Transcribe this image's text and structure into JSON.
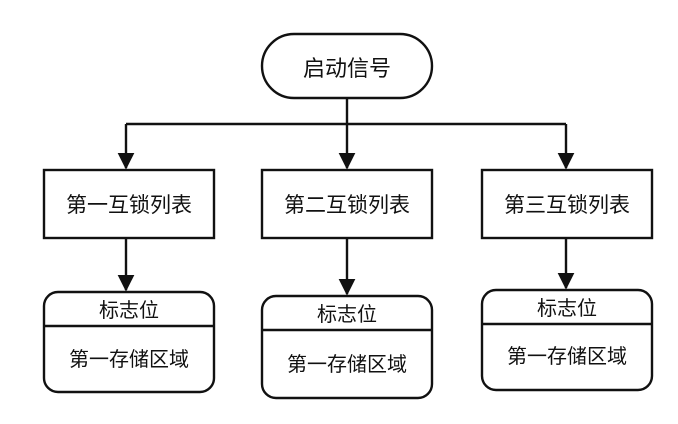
{
  "diagram": {
    "start": {
      "label": "启动信号"
    },
    "lists": [
      {
        "label": "第一互锁列表",
        "flag": "标志位",
        "storage": "第一存储区域"
      },
      {
        "label": "第二互锁列表",
        "flag": "标志位",
        "storage": "第一存储区域"
      },
      {
        "label": "第三互锁列表",
        "flag": "标志位",
        "storage": "第一存储区域"
      }
    ]
  }
}
